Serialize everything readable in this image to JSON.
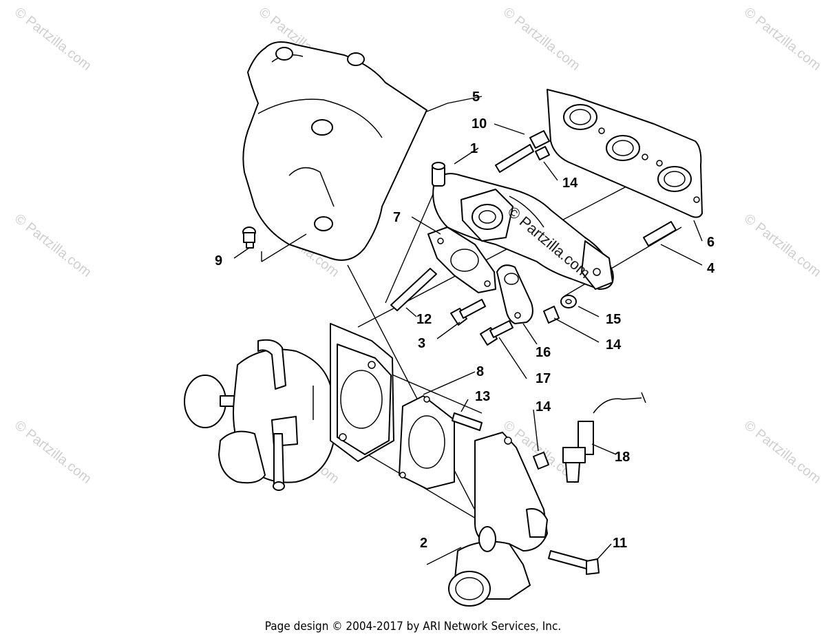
{
  "watermark": "© Partzilla.com",
  "callouts": {
    "c1": "1",
    "c2": "2",
    "c3": "3",
    "c4": "4",
    "c5": "5",
    "c6": "6",
    "c7": "7",
    "c8": "8",
    "c9": "9",
    "c10": "10",
    "c11": "11",
    "c12": "12",
    "c13": "13",
    "c14a": "14",
    "c14b": "14",
    "c14c": "14",
    "c15": "15",
    "c16": "16",
    "c17": "17",
    "c18": "18"
  },
  "footer": "Page design © 2004-2017 by ARI Network Services, Inc."
}
